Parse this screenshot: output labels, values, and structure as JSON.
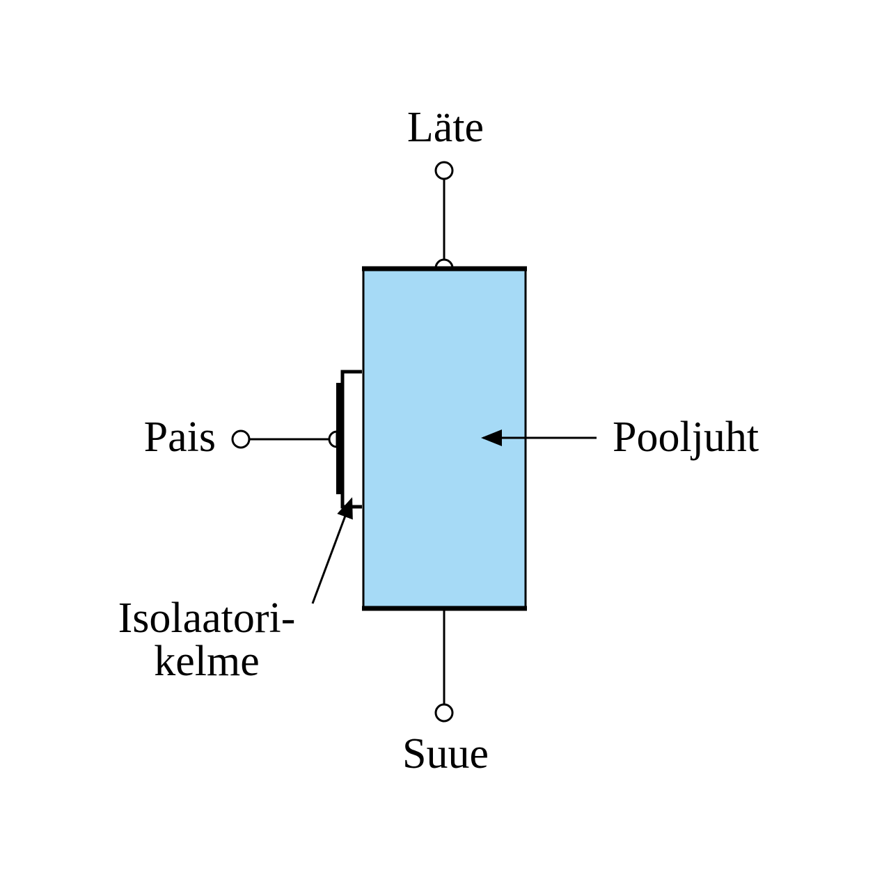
{
  "labels": {
    "drain": "Läte",
    "source": "Suue",
    "gate": "Pais",
    "semiconductor": "Pooljuht",
    "insulator_line1": "Isolaatori-",
    "insulator_line2": "kelme"
  },
  "colors": {
    "semiconductor_fill": "#a6daf6",
    "stroke": "#000000",
    "background": "#ffffff"
  }
}
